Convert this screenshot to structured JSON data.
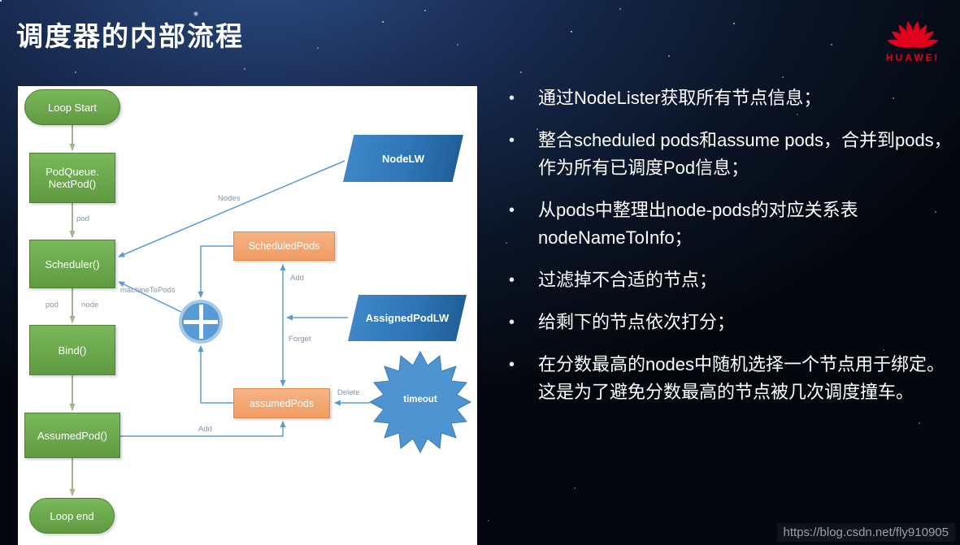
{
  "slide": {
    "title": "调度器的内部流程",
    "watermark": "https://blog.csdn.net/fly910905"
  },
  "brand": {
    "name": "HUAWEI"
  },
  "bullets": [
    {
      "text": "通过NodeLister获取所有节点信息；"
    },
    {
      "text": "整合scheduled pods和assume pods，合并到pods，作为所有已调度Pod信息；"
    },
    {
      "text": "从pods中整理出node-pods的对应关系表nodeNameToInfo；"
    },
    {
      "text": "过滤掉不合适的节点；"
    },
    {
      "text": "给剩下的节点依次打分；"
    },
    {
      "text": "在分数最高的nodes中随机选择一个节点用于绑定。这是为了避免分数最高的节点被几次调度撞车。"
    }
  ],
  "flowchart": {
    "nodes": {
      "loop_start": "Loop Start",
      "pod_queue": "PodQueue.\nNextPod()",
      "scheduler": "Scheduler()",
      "bind": "Bind()",
      "assumed_pod": "AssumedPod()",
      "loop_end": "Loop end",
      "node_lw": "NodeLW",
      "scheduled_pods": "ScheduledPods",
      "assigned_pod_lw": "AssignedPodLW",
      "assumed_pods": "assumedPods",
      "timeout": "timeout"
    },
    "edge_labels": {
      "pod_1": "pod",
      "pod_2": "pod",
      "node": "node",
      "nodes": "Nodes",
      "machine_to_pods": "machineToPods",
      "add_scheduled": "Add",
      "forget": "Forget",
      "delete": "Delete",
      "add_assumed": "Add"
    }
  },
  "colors": {
    "green_box": "#6aa84c",
    "orange_box": "#f2a477",
    "blue_shape": "#2e75b6",
    "accent_blue": "#5b9bd5",
    "brand_red": "#e2001a",
    "background_dark": "#0a1527"
  }
}
